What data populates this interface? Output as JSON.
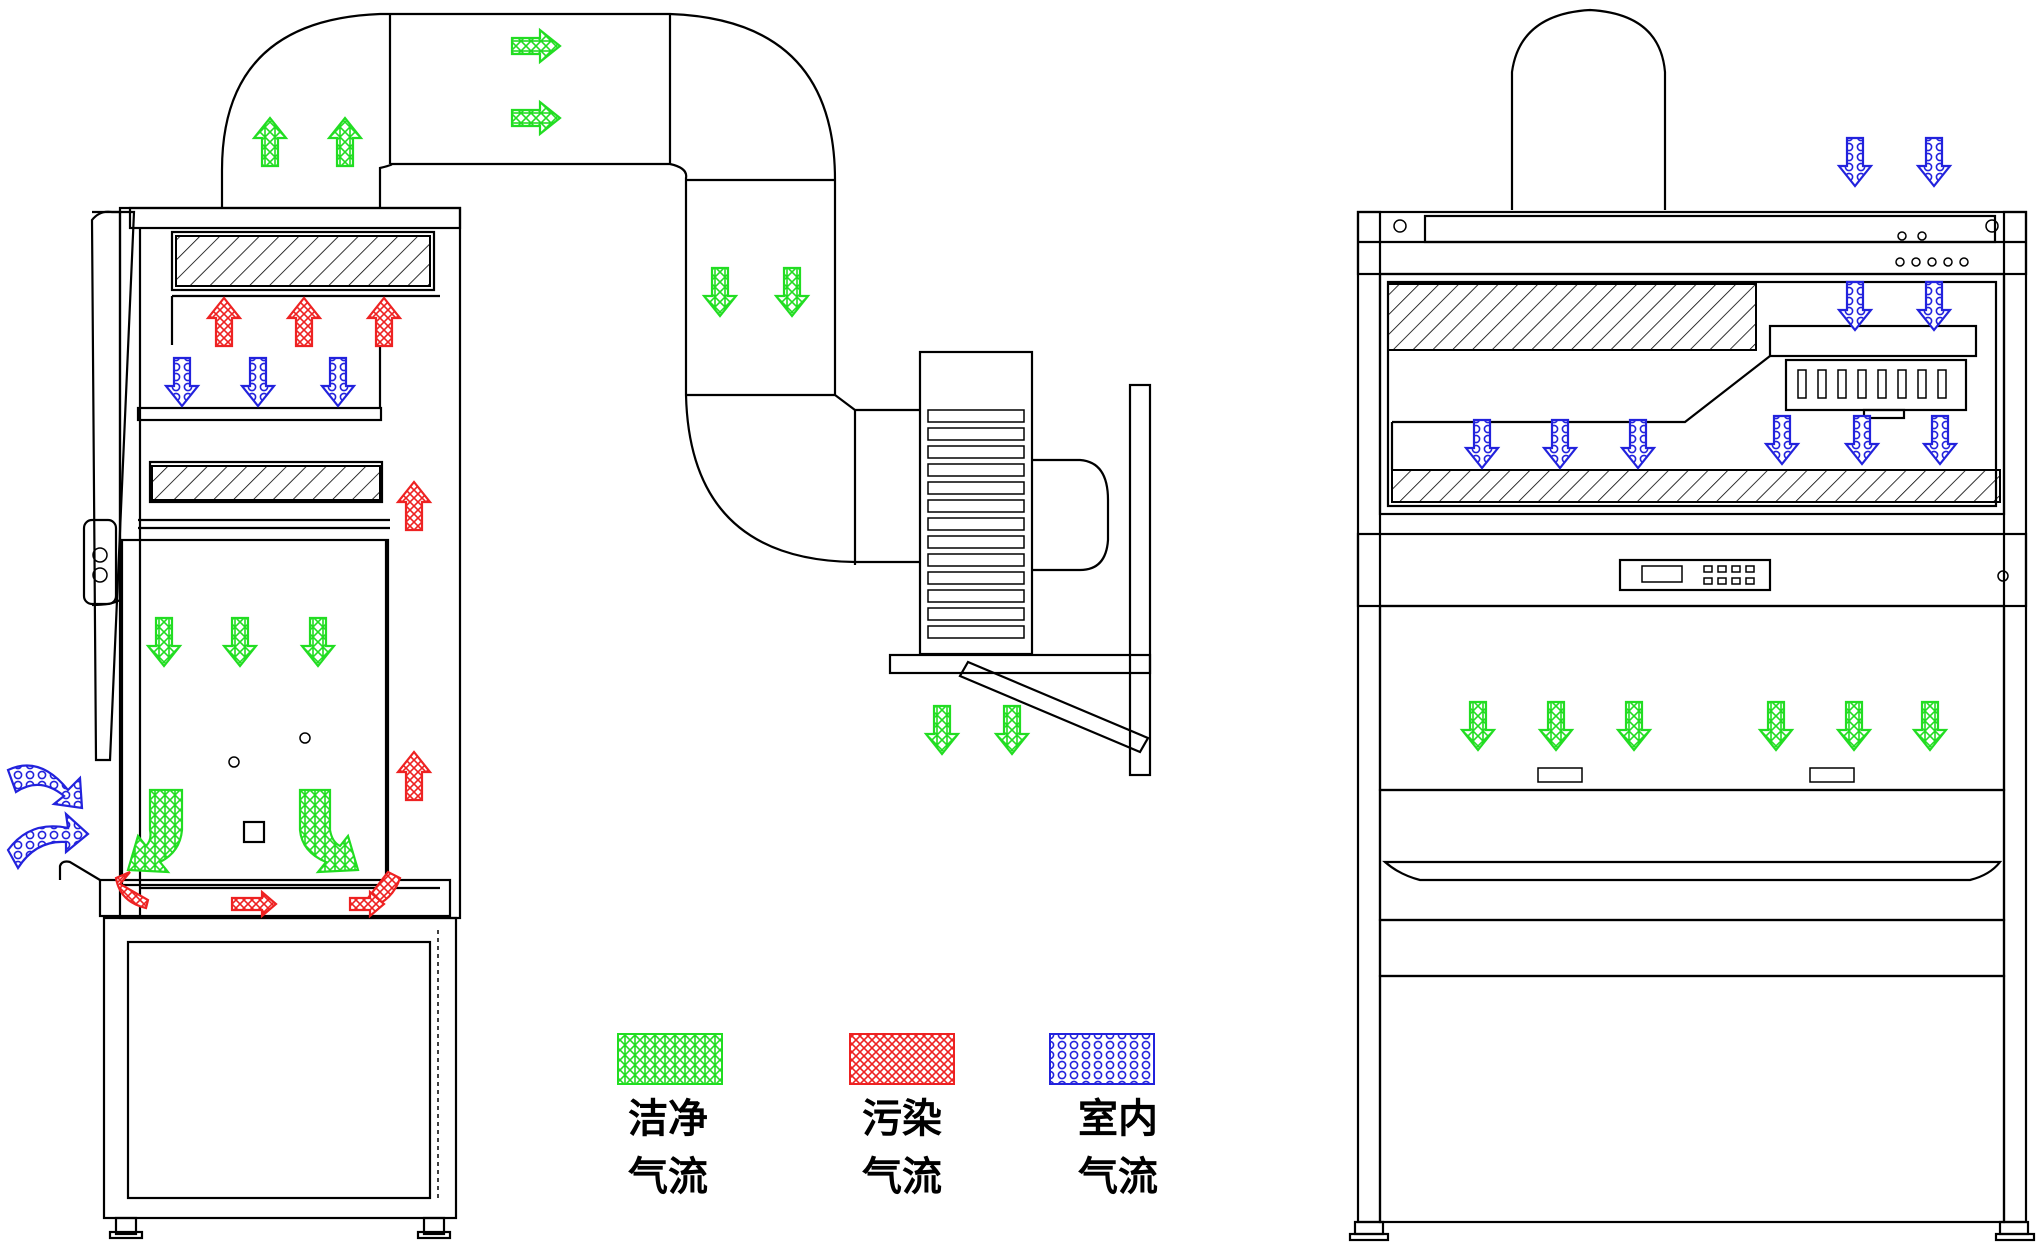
{
  "legend": {
    "clean": {
      "line1": "洁净",
      "line2": "气流",
      "color": "#22dd22"
    },
    "contaminated": {
      "line1": "污染",
      "line2": "气流",
      "color": "#ee2222"
    },
    "room": {
      "line1": "室内",
      "line2": "气流",
      "color": "#2222dd"
    }
  },
  "colors": {
    "clean": "#22dd22",
    "contaminated": "#ee2222",
    "room": "#2222dd",
    "line": "#000000"
  }
}
